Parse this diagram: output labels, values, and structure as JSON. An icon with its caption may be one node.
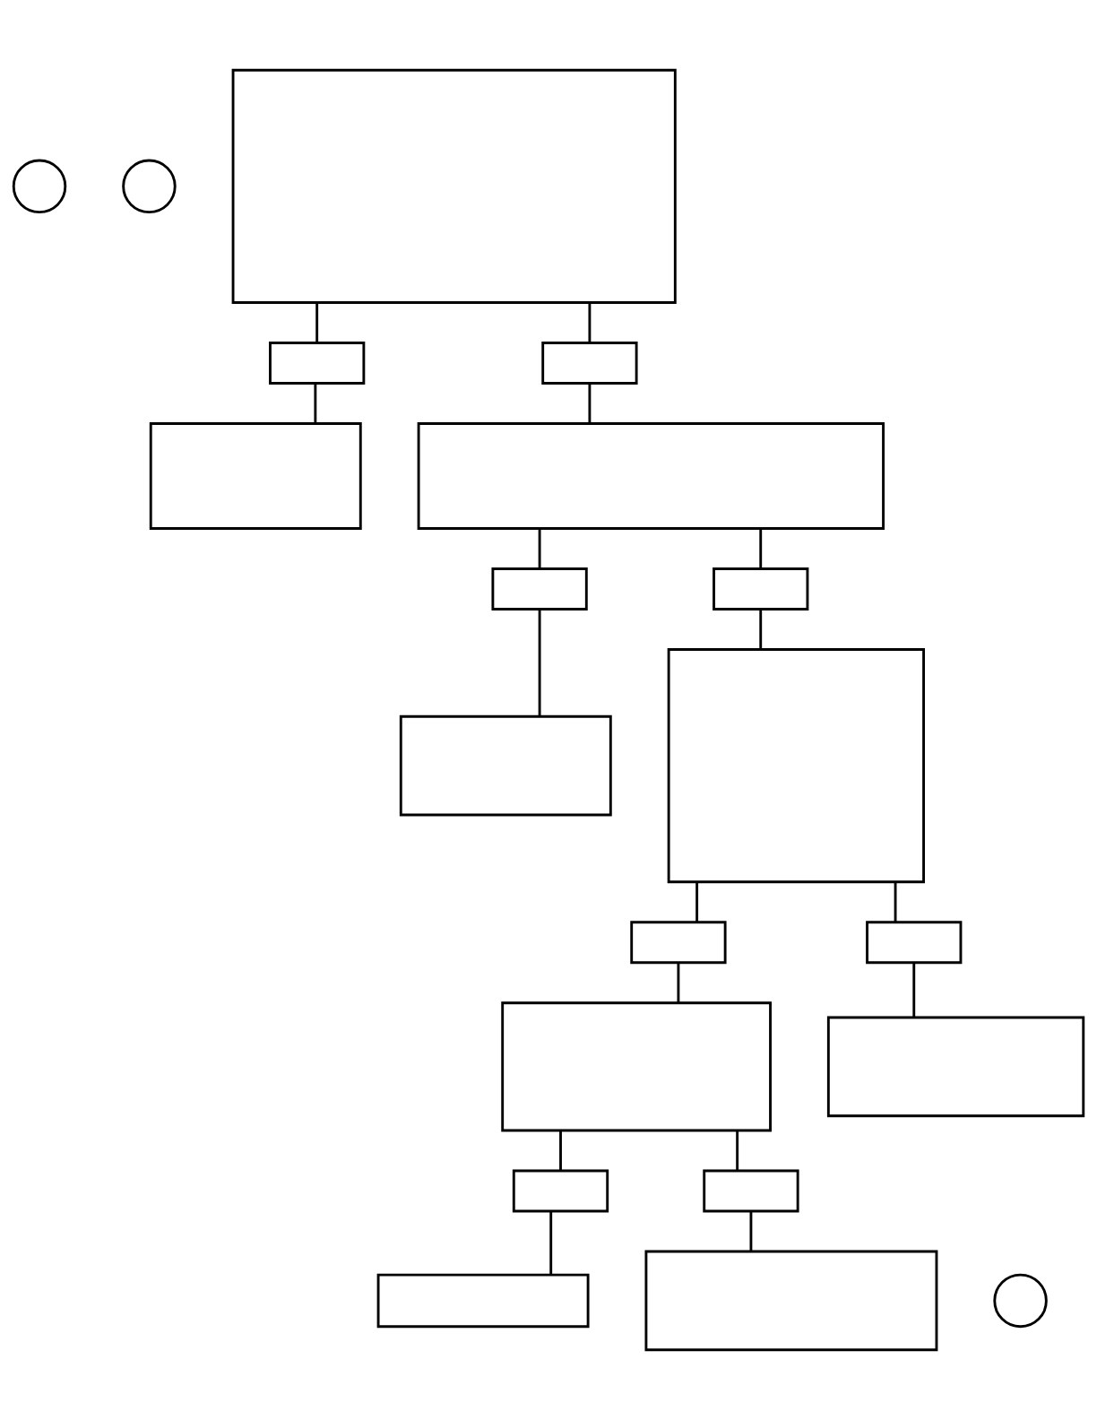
{
  "diagram": {
    "nodes": [
      {
        "text": [],
        "shape": "circle"
      },
      {
        "text": [],
        "shape": "circle"
      },
      {
        "text": [],
        "shape": "box"
      },
      {
        "text": [],
        "shape": "box"
      },
      {
        "text": [],
        "shape": "box"
      },
      {
        "text": [],
        "shape": "box"
      },
      {
        "text": [],
        "shape": "box"
      },
      {
        "text": [],
        "shape": "box"
      },
      {
        "text": [],
        "shape": "box"
      },
      {
        "text": [],
        "shape": "box"
      },
      {
        "text": [],
        "shape": "box"
      },
      {
        "text": [],
        "shape": "box"
      },
      {
        "text": [],
        "shape": "box"
      },
      {
        "text": [],
        "shape": "box"
      },
      {
        "text": [],
        "shape": "box"
      },
      {
        "text": [],
        "shape": "box"
      },
      {
        "text": [],
        "shape": "box"
      },
      {
        "text": [],
        "shape": "box"
      },
      {
        "text": [],
        "shape": "circle"
      },
      {
        "text": [],
        "shape": "box"
      }
    ],
    "edges": [
      {
        "from": 2,
        "to": 3,
        "arrow": "none"
      },
      {
        "from": 2,
        "to": 4,
        "arrow": "none"
      },
      {
        "from": 3,
        "to": 5,
        "arrow": "none"
      },
      {
        "from": 4,
        "to": 6,
        "arrow": "none"
      },
      {
        "from": 6,
        "to": 7,
        "arrow": "none"
      },
      {
        "from": 6,
        "to": 8,
        "arrow": "none"
      },
      {
        "from": 7,
        "to": 9,
        "arrow": "none"
      },
      {
        "from": 8,
        "to": 10,
        "arrow": "none"
      },
      {
        "from": 10,
        "to": 11,
        "arrow": "none"
      },
      {
        "from": 10,
        "to": 12,
        "arrow": "none"
      },
      {
        "from": 11,
        "to": 13,
        "arrow": "none"
      },
      {
        "from": 12,
        "to": 14,
        "arrow": "none"
      },
      {
        "from": 13,
        "to": 15,
        "arrow": "none"
      },
      {
        "from": 13,
        "to": 16,
        "arrow": "none"
      },
      {
        "from": 15,
        "to": 17,
        "arrow": "none"
      },
      {
        "from": 16,
        "to": 19,
        "arrow": "none"
      }
    ]
  }
}
